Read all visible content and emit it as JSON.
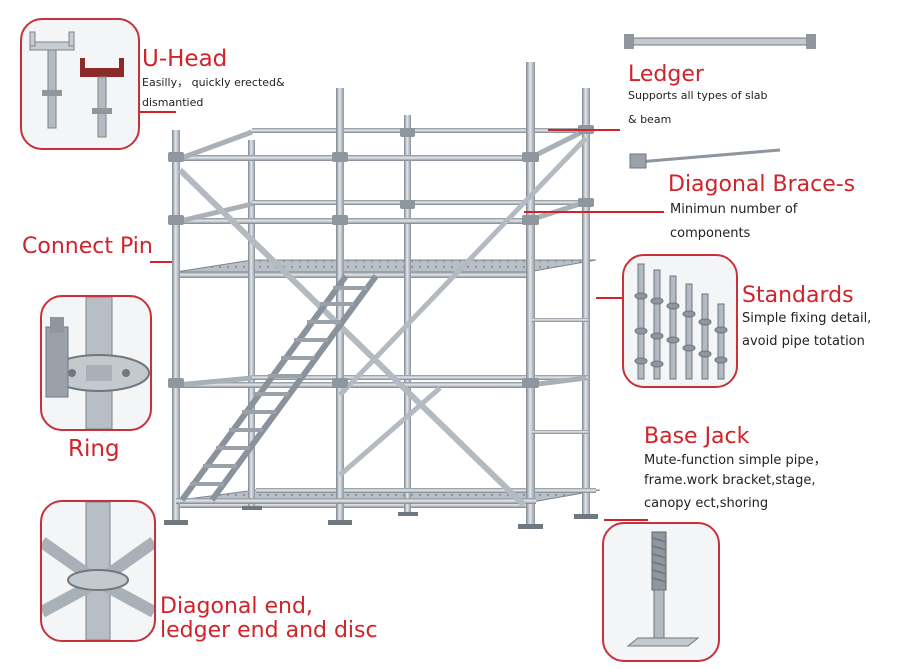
{
  "labels": {
    "u_head": {
      "title": "U-Head",
      "desc": [
        "Easilly， quickly erected&",
        "dismantied"
      ]
    },
    "ledger": {
      "title": "Ledger",
      "desc": [
        "Supports all types of slab",
        "& beam"
      ]
    },
    "diagonal_brace": {
      "title": "Diagonal Brace-s",
      "desc": [
        "Minimun number of",
        "components"
      ]
    },
    "connect_pin": {
      "title": "Connect Pin"
    },
    "standards": {
      "title": "Standards",
      "desc": [
        "Simple fixing detail,",
        "avoid pipe totation"
      ]
    },
    "ring": {
      "title": "Ring"
    },
    "base_jack": {
      "title": "Base Jack",
      "desc": [
        "Mute-function simple pipe，",
        "frame.work bracket,stage,",
        "canopy ect,shoring"
      ]
    },
    "diagonal_end": {
      "title": [
        "Diagonal end,",
        "ledger end and disc"
      ]
    }
  },
  "colors": {
    "accent": "#d0232a",
    "frame_border": "#c8303a",
    "text": "#222222",
    "steel": "#a9b0b8",
    "steel_dark": "#6f7780"
  }
}
